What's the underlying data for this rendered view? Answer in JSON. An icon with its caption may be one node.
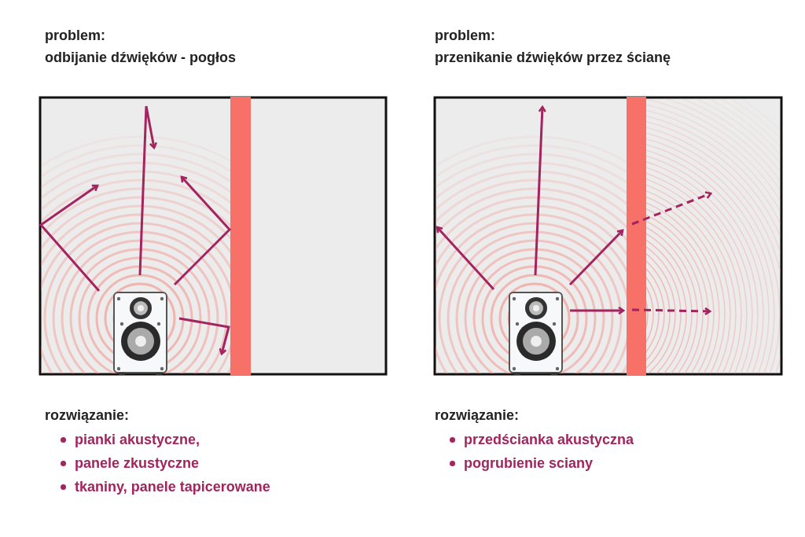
{
  "diagram": {
    "labels": [
      "problem:",
      "odbijanie dźwięków - pogłos",
      "problem:",
      "przenikanie dźwięków przez ścianę",
      "rozwiązanie:",
      "pianki akustyczne,",
      "panele zkustyczne",
      "tkaniny, panele tapicerowane",
      "rozwiązanie:",
      "przedścianka akustyczna",
      "pogrubienie sciany"
    ]
  }
}
